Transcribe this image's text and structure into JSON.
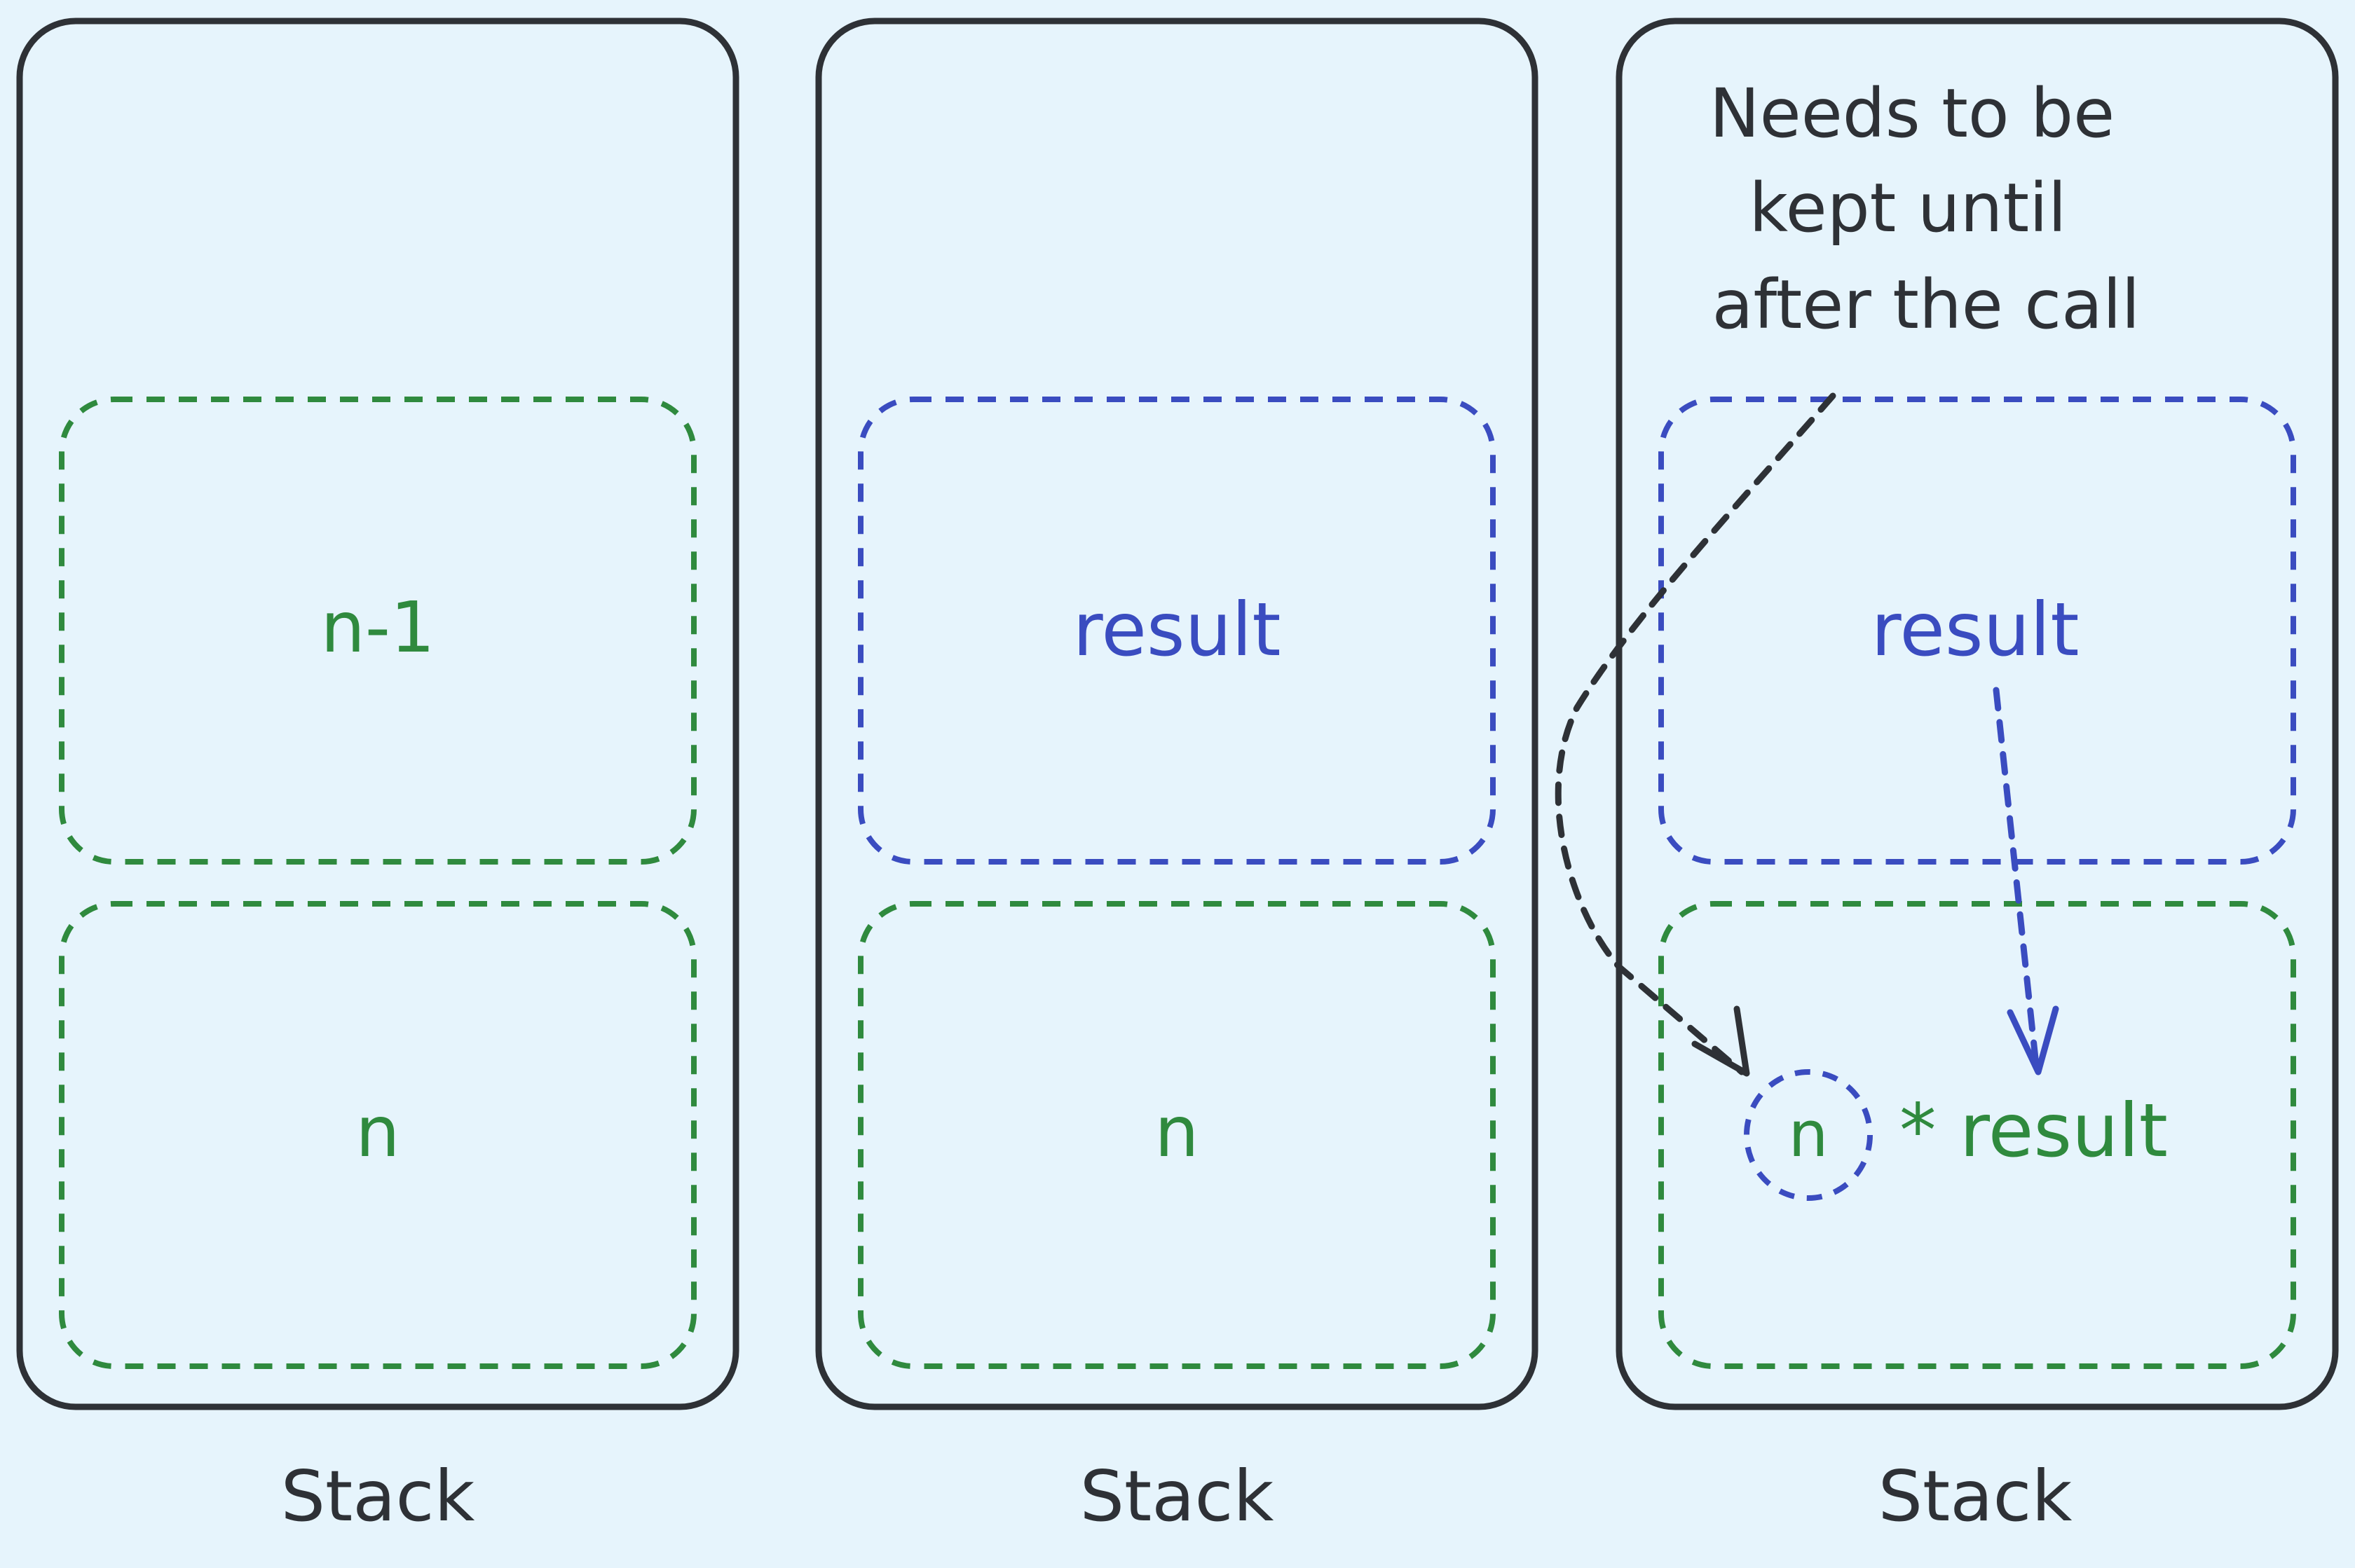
{
  "colors": {
    "background": "#e6f4fc",
    "outline": "#2e3136",
    "green": "#2f8a3e",
    "blue": "#3a4cc0"
  },
  "stacks": [
    {
      "caption": "Stack",
      "top_frame": {
        "label": "n-1",
        "color": "green"
      },
      "bottom_frame": {
        "label": "n",
        "color": "green"
      }
    },
    {
      "caption": "Stack",
      "top_frame": {
        "label": "result",
        "color": "blue"
      },
      "bottom_frame": {
        "label": "n",
        "color": "green"
      }
    },
    {
      "caption": "Stack",
      "top_frame": {
        "label": "result",
        "color": "blue"
      },
      "bottom_frame": {
        "circled": "n",
        "rest": "* result",
        "color": "green"
      }
    }
  ],
  "annotation": {
    "lines": [
      "Needs to be",
      "kept until",
      "after the call"
    ]
  }
}
